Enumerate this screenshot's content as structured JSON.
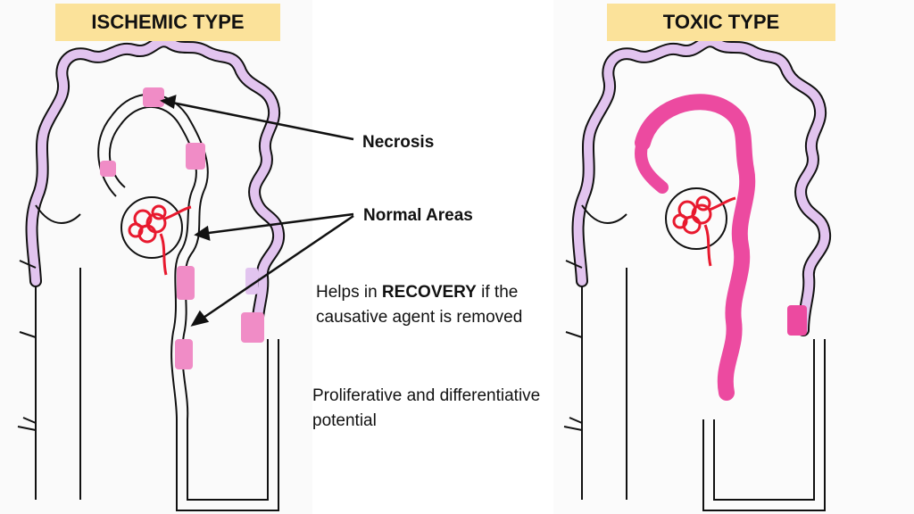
{
  "titles": {
    "left": "ISCHEMIC TYPE",
    "right": "TOXIC  TYPE"
  },
  "labels": {
    "necrosis": "Necrosis",
    "normal_areas": "Normal Areas"
  },
  "notes": {
    "recovery_prefix": "Helps in ",
    "recovery_bold": "RECOVERY",
    "recovery_suffix": "  if the causative agent is removed",
    "potential": "Proliferative and differentiative potential"
  },
  "colors": {
    "title_bg": "#fbe29a",
    "tubule_fill": "#e2c4ef",
    "necrosis_pink": "#f08cc6",
    "toxic_necrosis": "#ec4aa0",
    "glomerulus_red": "#e8192e",
    "outline": "#111111"
  }
}
